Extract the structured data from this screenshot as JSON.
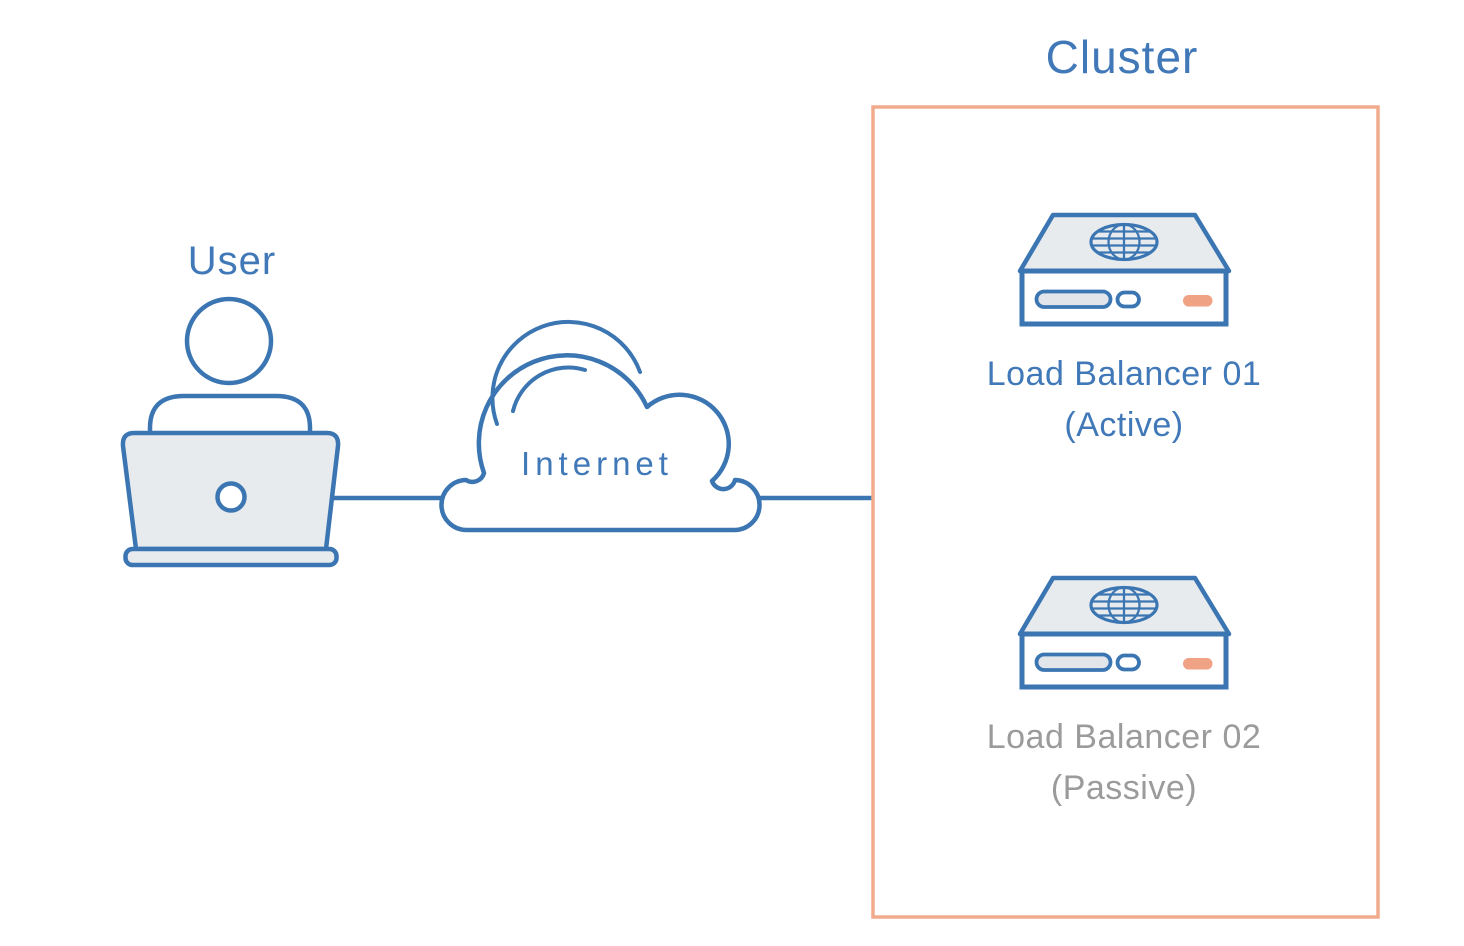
{
  "diagram": {
    "user": {
      "label": "User",
      "icon": "person-at-laptop-icon"
    },
    "internet": {
      "label": "Internet",
      "icon": "cloud-icon"
    },
    "cluster": {
      "title": "Cluster",
      "nodes": [
        {
          "name": "Load Balancer 01",
          "state": "(Active)",
          "status": "active",
          "icon": "server-globe-icon"
        },
        {
          "name": "Load Balancer 02",
          "state": "(Passive)",
          "status": "passive",
          "icon": "server-globe-icon"
        }
      ]
    },
    "connections": [
      {
        "from": "user",
        "to": "internet"
      },
      {
        "from": "internet",
        "to": "cluster"
      }
    ],
    "colors": {
      "blue": "#3b76b3",
      "blue_text": "#4078b8",
      "orange": "#f0a285",
      "orange_border": "#f2aa8d",
      "fill_gray": "#e8ebee",
      "pill_gray": "#e2e6ea",
      "text_gray": "#9b9b9b",
      "background": "#ffffff"
    }
  }
}
